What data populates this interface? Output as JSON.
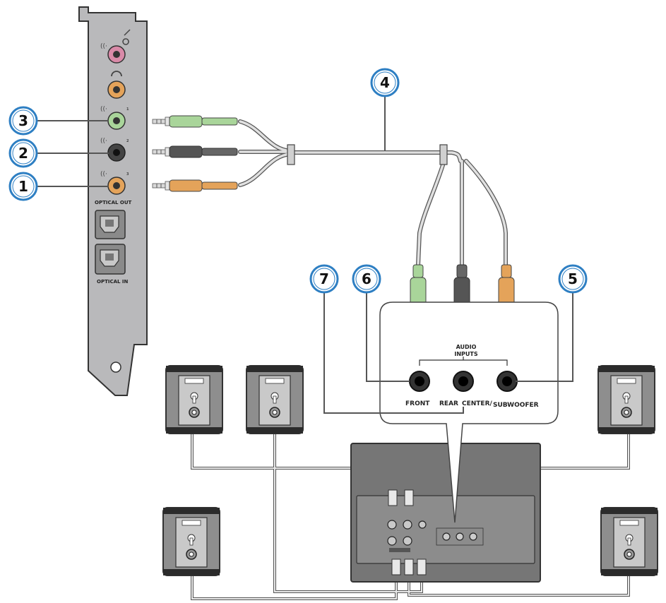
{
  "card": {
    "optical_out": "OPTICAL OUT",
    "optical_in": "OPTICAL IN",
    "jack_marks": [
      "1",
      "2",
      "3"
    ]
  },
  "callouts": [
    "1",
    "2",
    "3",
    "4",
    "5",
    "6",
    "7"
  ],
  "inputs_panel": {
    "heading_line1": "AUDIO",
    "heading_line2": "INPUTS",
    "front": "FRONT",
    "rear": "REAR",
    "center": "CENTER/",
    "subwoofer": "SUBWOOFER"
  },
  "colors": {
    "green": "#a9d59a",
    "black": "#555555",
    "orange": "#e4a35a",
    "pink": "#d98aa8",
    "callout_ring": "#2e7fc3",
    "card": "#b9b9bb",
    "speaker": "#8e8e8e",
    "subwoofer": "#767676"
  }
}
